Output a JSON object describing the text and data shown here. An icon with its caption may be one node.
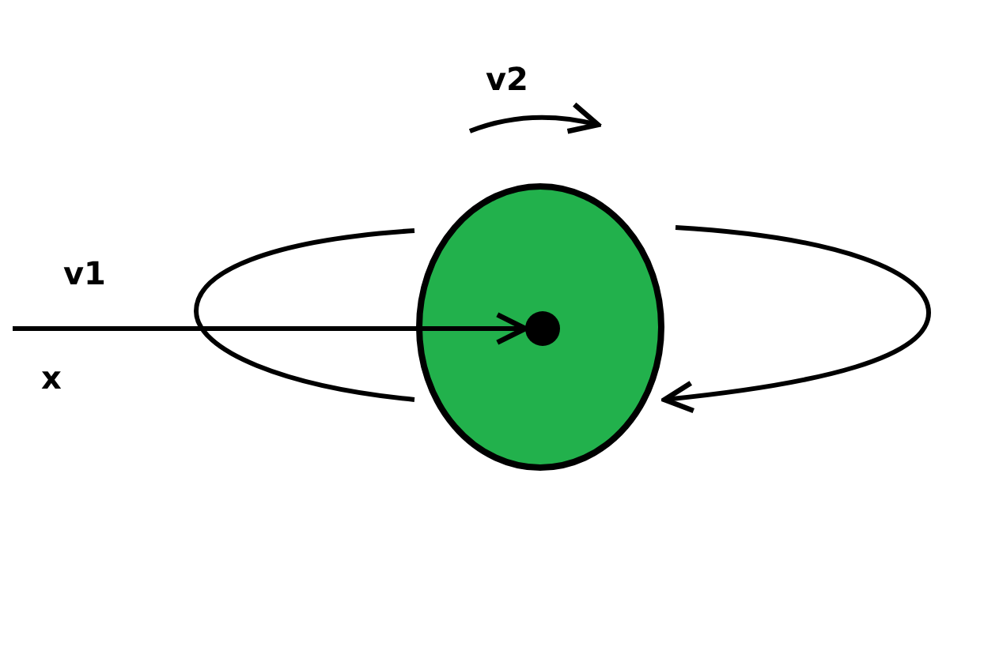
{
  "diagram": {
    "nodes": [
      {
        "text": [],
        "shape": "circle"
      },
      {
        "text": [],
        "shape": "circle",
        "in": 0
      }
    ],
    "edges": [
      {
        "from": null,
        "to": 1,
        "arrow": "to"
      }
    ],
    "labels": [
      "v2",
      "v1",
      "x"
    ]
  }
}
